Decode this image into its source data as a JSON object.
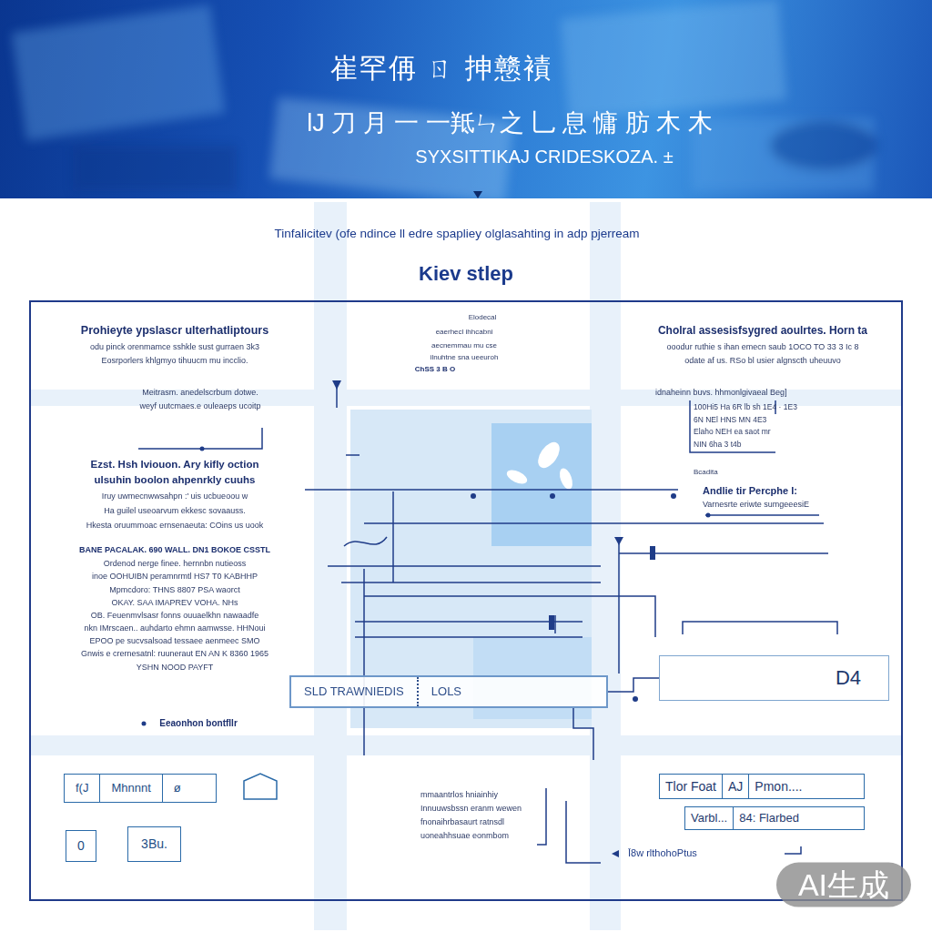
{
  "diagram": {
    "title": "崔罕侢 ㄖ 抻戆襀",
    "nodes": [
      {
        "text": [
          "Kiev stlep"
        ]
      },
      {
        "text": [
          "SLD TRAWNIEDIS",
          "LOLS"
        ],
        "in": 0
      },
      {
        "text": [
          "D4"
        ],
        "in": 0
      },
      {
        "text": [
          "f(J",
          "Mhnnnt",
          "ø"
        ],
        "in": 0
      },
      {
        "text": [
          "0"
        ],
        "in": 0
      },
      {
        "text": [
          "3Bu."
        ],
        "in": 0
      },
      {
        "text": [
          "Tlor Foat",
          "AJ",
          "Pmon...."
        ],
        "in": 0
      },
      {
        "text": [
          "Varbl...",
          "84: Flarbed"
        ],
        "in": 0
      }
    ],
    "edges": [
      {
        "from": 1,
        "to": 2,
        "arrow": "none"
      }
    ],
    "labels": [
      "lJ 刀 月 一 一羝ㄣ之 乚 息 慵 肪 木 木",
      "SYXSITTIKAJ CRIDESKOZA. ±",
      "Tinfalicitev (ofe ndince ll edre spapliey olglasahting in adp pjerream",
      "Prohieyte ypslascr ulterhatliptours",
      "odu pinck orenmamce sshkle sust gurraen 3k3",
      "Eosrporlers khlgmyo tihuucm mu incclio.",
      "Meitrasm. anedelscrbum dotwe.",
      "weyf uutcmaes.e ouleaeps ucoitp",
      "Ezst. Hsh Iviouon. Ary kifly oction",
      "ulsuhin boolon ahpenrkly cuuhs",
      "Iruy uwmecnwwsahpn :' uis ucbueoou w",
      "Ha guilel useoarvum ekkesc sovaauss.",
      "Hkesta oruummoac ernsenaeuta: COins us uook",
      "BANE PACALAK. 690 WALL. DN1 BOKOE CSSTL",
      "Ordenod nerge finee. hernnbn nutieoss",
      "inoe OOHUIBN peramnrmtl HS7 T0 KABHHP",
      "Mpmcdoro: THNS 8807 PSA waorct",
      "OKAY. SAA IMAPREV VOHA. NHs",
      "OB. Feuenmvlsasr fonns ouuaelkhn nawaadfe",
      "nkn IMrscaen.. auhdarto ehmn aamwsse. HHNoui",
      "EPOO pe sucvsalsoad tessaee aenmeec SMO",
      "Gnwis e crernesatnl: ruuneraut EN AN K 8360 1965",
      "YSHN NOOD PAYFT",
      "Eeaonhon bontfllr",
      "Elodecal",
      "eaerhecl ihhcabni",
      "aecnemmau mu cse",
      "ilnuhtne sna ueeuroh",
      "ChSS 3 B O",
      "Cholral assesisfsygred aoulrtes. Horn ta",
      "ooodur ruthie s ihan emecn saub 1OCO TO 33 3 Ic 8",
      "odate af us. RSo bl usier algnscth uheuuvo",
      "idnaheinn buvs. hhmonlgivaeal Beg]",
      "100Hi5 Ha 6R lb sh 1E4 · 1E3",
      "6N NEl HNS MN 4E3",
      "Elaho NEH ea saot mr",
      "NIN 6ha 3 t4b",
      "Bcadita",
      "Andlie tir Percphe I:",
      "Varnesrte eriwte sumgeeesiE",
      "mmaantrlos hniainhiy",
      "Innuuwsbssn eranm wewen",
      "fnonaihrbasaurt ratnsdl",
      "uoneahhsuae eonmbom",
      "Ī8w rlthohoPtus",
      "AI生成"
    ]
  }
}
